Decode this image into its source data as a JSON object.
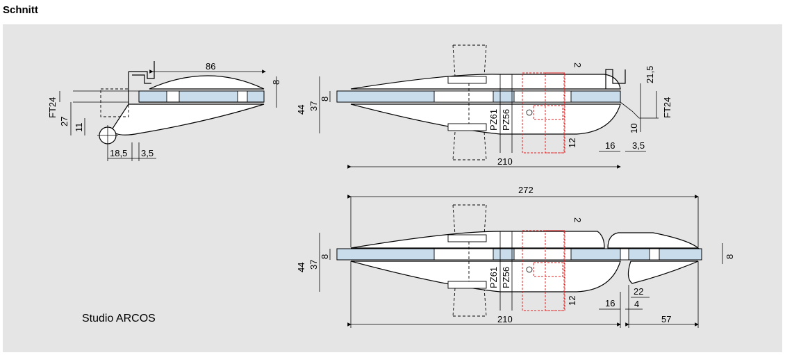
{
  "title": "Schnitt",
  "brand": "Studio ARCOS",
  "colors": {
    "panel": "#e5e5e5",
    "glass": "#c9dcec",
    "hidden_lines": "#e02020"
  },
  "dims": {
    "d86": "86",
    "d8": "8",
    "ft24": "FT24",
    "d27": "27",
    "d11": "11",
    "d185": "18,5",
    "d35": "3,5",
    "d44": "44",
    "d37": "37",
    "d2": "2",
    "pz61": "PZ61",
    "pz56": "PZ56",
    "d12": "12",
    "d16": "16",
    "d210": "210",
    "d215": "21,5",
    "d10": "10",
    "d272": "272",
    "d22": "22",
    "d4": "4",
    "d57": "57"
  }
}
